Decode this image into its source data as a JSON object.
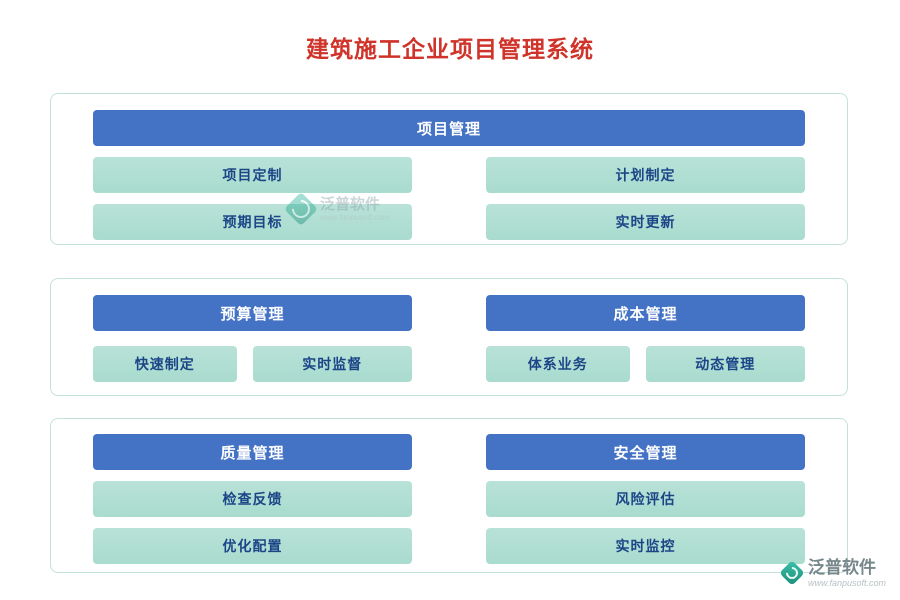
{
  "title": "建筑施工企业项目管理系统",
  "sections": {
    "project": {
      "header": "项目管理",
      "items": [
        "项目定制",
        "计划制定",
        "预期目标",
        "实时更新"
      ]
    },
    "budget": {
      "header": "预算管理",
      "items": [
        "快速制定",
        "实时监督"
      ]
    },
    "cost": {
      "header": "成本管理",
      "items": [
        "体系业务",
        "动态管理"
      ]
    },
    "quality": {
      "header": "质量管理",
      "items": [
        "检查反馈",
        "优化配置"
      ]
    },
    "safety": {
      "header": "安全管理",
      "items": [
        "风险评估",
        "实时监控"
      ]
    }
  },
  "watermark": {
    "brand": "泛普软件",
    "url": "www.fanpusoft.com"
  },
  "colors": {
    "title_text": "#cf3329",
    "header_bg": "#4472c4",
    "header_text": "#ffffff",
    "item_bg": "#b0ddd2",
    "item_text": "#1c4587",
    "panel_border": "#c2e2da",
    "logo_teal": "#2aa98f"
  }
}
